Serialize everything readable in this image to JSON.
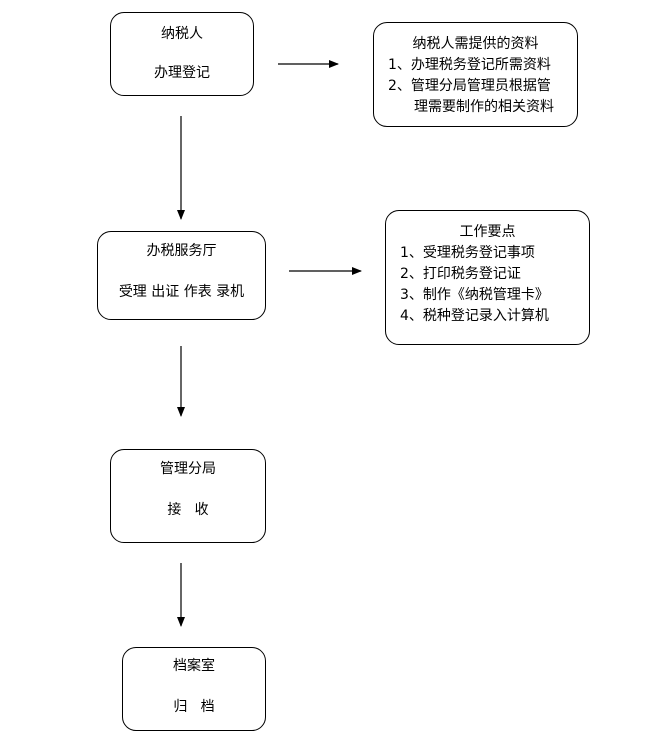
{
  "flow": {
    "taxpayer": {
      "title": "纳税人",
      "subtitle": "办理登记"
    },
    "hall": {
      "title": "办税服务厅",
      "subtitle": "受理 出证 作表 录机"
    },
    "branch": {
      "title": "管理分局",
      "subtitle": "接   收"
    },
    "archive": {
      "title": "档案室",
      "subtitle": "归   档"
    }
  },
  "materials": {
    "title": "纳税人需提供的资料",
    "items": [
      "1、办理税务登记所需资料",
      "2、管理分局管理员根据管",
      "理需要制作的相关资料"
    ]
  },
  "work_points": {
    "title": "工作要点",
    "items": [
      "1、受理税务登记事项",
      "2、打印税务登记证",
      "3、制作《纳税管理卡》",
      "4、税种登记录入计算机"
    ]
  }
}
